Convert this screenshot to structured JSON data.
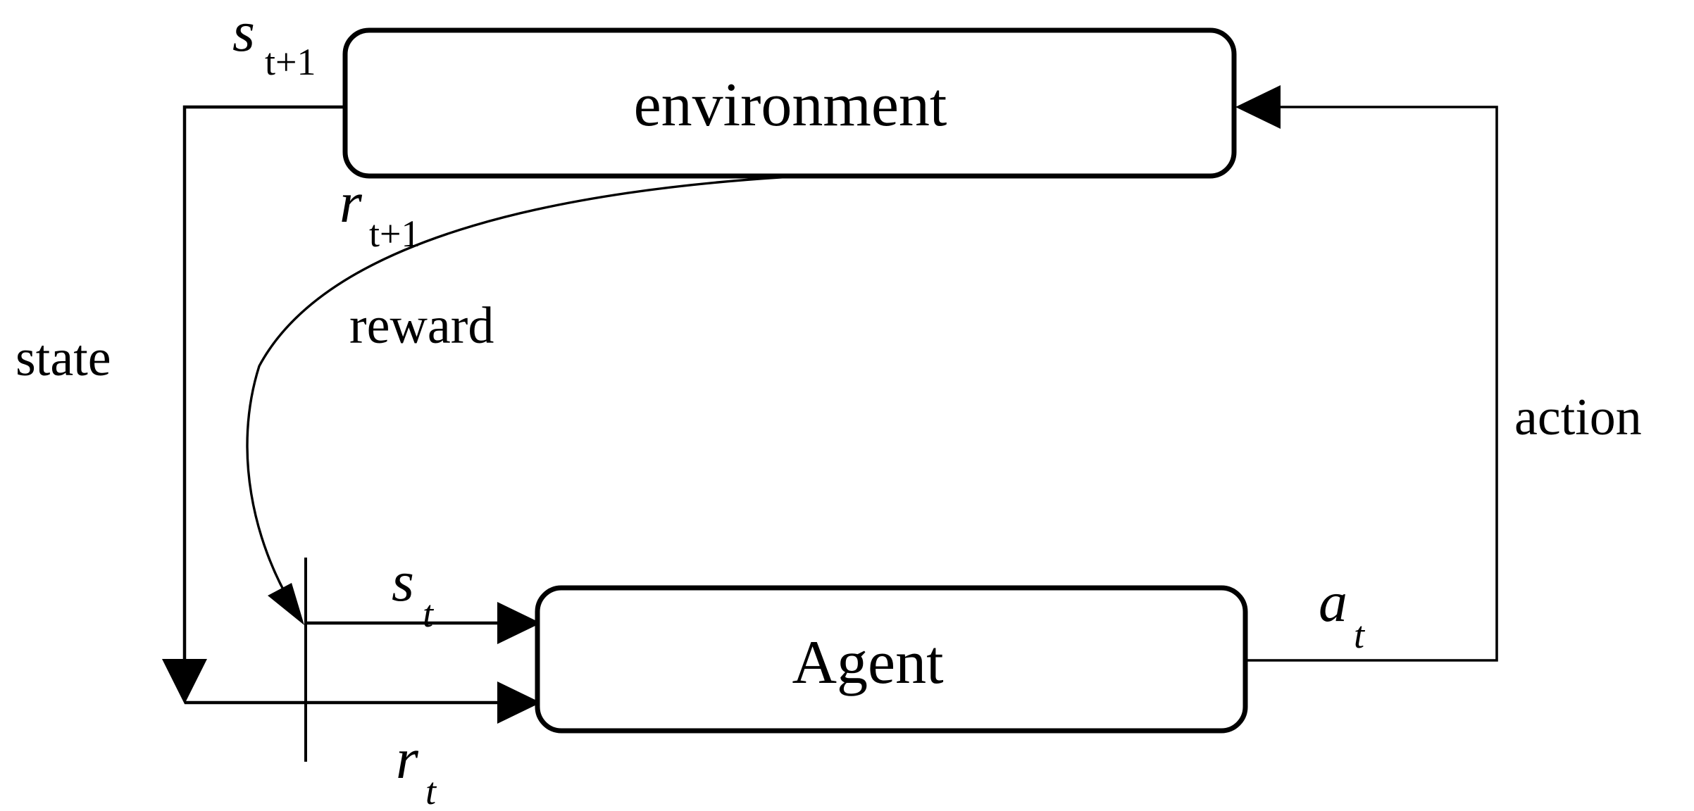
{
  "diagram": {
    "title": "Reinforcement learning agent-environment interaction loop",
    "background_color": "#ffffff",
    "stroke_color": "#000000",
    "nodes": [
      {
        "id": "environment",
        "label": "environment"
      },
      {
        "id": "agent",
        "label": "Agent"
      }
    ],
    "edge_words": [
      {
        "id": "state",
        "label": "state"
      },
      {
        "id": "reward",
        "label": "reward"
      },
      {
        "id": "action",
        "label": "action"
      }
    ],
    "symbols": [
      {
        "id": "s-next",
        "base": "s",
        "sub": "t+1"
      },
      {
        "id": "r-next",
        "base": "r",
        "sub": "t+1"
      },
      {
        "id": "s-t",
        "base": "s",
        "sub": "t"
      },
      {
        "id": "r-t",
        "base": "r",
        "sub": "t"
      },
      {
        "id": "a-t",
        "base": "a",
        "sub": "t"
      }
    ]
  }
}
